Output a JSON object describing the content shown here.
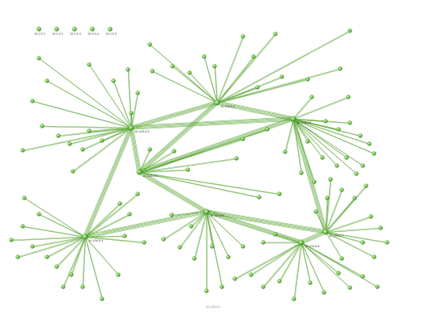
{
  "view": {
    "type": "network-topology-graph",
    "node_color": "#6cc04a",
    "edge_color": "#5fa83a",
    "background": "#ffffff",
    "node_icon": "green-sphere-icon"
  },
  "legend": [
    {
      "label": "10.0.0.1"
    },
    {
      "label": "10.0.0.2"
    },
    {
      "label": "10.0.0.3"
    },
    {
      "label": "10.0.0.4"
    },
    {
      "label": "10.0.0.5"
    }
  ],
  "hubs": [
    {
      "id": "h1",
      "label": "10.100.0.1"
    },
    {
      "id": "h2",
      "label": "10.100.0.2"
    },
    {
      "id": "h3",
      "label": "10.100.0.3"
    },
    {
      "id": "h4",
      "label": "10.100.0.4"
    },
    {
      "id": "h5",
      "label": "10.100.0.5"
    },
    {
      "id": "h6",
      "label": "10.100.0.6"
    },
    {
      "id": "h7",
      "label": "10.100.0.7"
    },
    {
      "id": "h8",
      "label": "10.100.0.8"
    }
  ],
  "footer": {
    "label": "10.100.0.0"
  }
}
